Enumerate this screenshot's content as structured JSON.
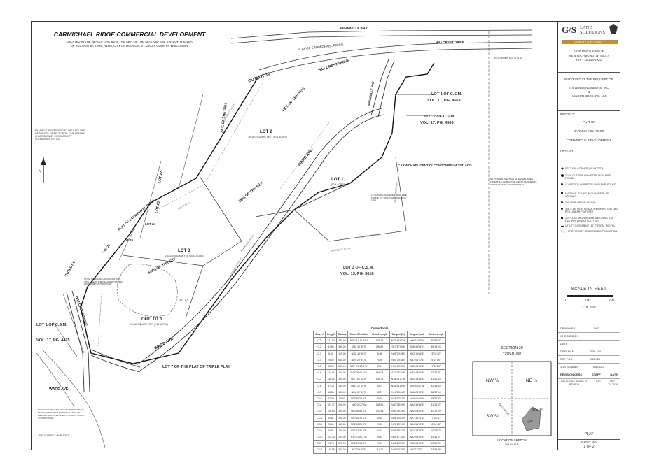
{
  "header": {
    "title": "CARMICHAEL RIDGE COMMERCIAL DEVELOPMENT",
    "subtitle_1": "LOCATED IN THE NE¼ OF THE SE¼, THE SE¼ OF THE SE¼ AND THE SW¼ OF THE SE¼",
    "subtitle_2": "OF SECTION 30, T29N, R19W, CITY OF HUDSON, ST. CROIX COUNTY, WISCONSIN."
  },
  "bearing_note": "BEARINGS REFERENCED TO THE EAST LINE OF THE SE¼ OF SECTION 30... THE BEARING IS BASED ON ST. CROIX COUNTY COORDINATE SYSTEM",
  "map_labels": {
    "annabelle_way": "ANNABELLE WAY",
    "hillcrest_drive_top": "HILLCREST DRIVE",
    "hillcrest_drive_road": "HILLCREST DRIVE",
    "plat_carmichael_ridge_top": "PLAT OF CARMICHAEL RIDGE",
    "outlot_10": "OUTLOT 10",
    "lot_2": "LOT 2",
    "lot_2_area": "393,877 SQUARE FEET (9.04 ACRES)",
    "lot_1": "LOT 1",
    "lot_1_area": "(10.X ACRES)",
    "lot_3": "LOT 3",
    "lot_3_area": "232,183 SQUARE FEET (5.33 ACRES)",
    "outlot_1": "OUTLOT 1",
    "outlot_1_area": "95,061 SQUARE FEET (2.18 ACRES)",
    "outlot_9": "OUTLOT 9",
    "ward_ave_upper": "WARD AVE.",
    "ward_ave_lower": "WARD AVE.",
    "ward_ave_left": "WARD AVE.",
    "annabelle_way_road": "ANNABELLE WAY",
    "carmichael_centre": "CARMICHAEL CENTRE CONDOMINIUM 1ST. ADD.",
    "lot1_csm_17_top": "LOT 1 OF C.S.M.",
    "lot1_csm_17_vol": "VOL. 17, PG. 4563",
    "lot2_csm_17": "LOT 2 OF C.S.M.",
    "lot2_csm_17_vol": "VOL. 17, PG. 4563",
    "lot3_csm_13": "LOT 3 OF C.S.M.",
    "lot3_csm_13_vol": "VOL. 13, PG. 3618",
    "lot1_csm_17_left": "LOT 1 OF C.S.M.",
    "lot1_csm_17_left_vol": "VOL. 17, PG. 4475",
    "lot7_triple_play": "LOT 7 OF THE PLAT OF TRIPLE PLAY",
    "hillcrest_drive_left": "HILLCREST DRIVE",
    "lot_22": "LOT 22",
    "lot_23": "LOT 23",
    "lot_24": "LOT 24",
    "lot_25": "LOT 25",
    "lot_26": "LOT 26",
    "lot_27": "LOT 27",
    "plat_carmichael_ridge_left": "PLAT OF CARMICHAEL RIDGE",
    "se_of_se": "SE¼ OF THE SE¼",
    "ne_of_se": "NE¼ OF THE SE¼",
    "sw_of_se": "SW¼ OF THE SE¼",
    "se_of_se_2": "SE¼ OF THE SE¼",
    "pond_note": "NOTE: INDICATES 888.0 CONTOUR. THIS LINE IS THE DESIGNED STORM WATER RETENTION POND.",
    "field_work": "FIELD WORK COMPLETED",
    "corners_note": "SECTION CORNERS SHOWN HEREON HAVE BEEN FOUND AND VERIFIED BY TIES OF RECORD AND PUBLISHED ST. CROIX COUNTY COORDINATES.",
    "se_corner_note": "SE CORNER, SECTION 30 (ESTABLISHED FROM TIES OF RECORD AND PUBLISHED ST. CROIX COUNTY COORDINATES)",
    "ec_corner_note": "EC CORNER, SECTION 30",
    "iron_pipe_note": "1\" OUTSIDE DIAMETER IRON PIPE FOUND 0.6' NORTHWESTERLY OF LINE"
  },
  "curve_table": {
    "title": "Curve Table",
    "headers": [
      "Curve #",
      "Length",
      "Radius",
      "Chord Direction",
      "Chord Length",
      "Tangent (in)",
      "Tangent (out)",
      "Central Angle"
    ],
    "rows": [
      [
        "C-1",
        "177.93",
        "330.00",
        "N09° 31' 11.3\"W",
        "175.80",
        "N82°48'17\"W",
        "N08°15'58\"W",
        "30°53'37\""
      ],
      [
        "C-2",
        "31.86",
        "330.00",
        "S58° 36' 40\"E",
        "296.82",
        "S57°17'09\"E",
        "S48°35'55\"E",
        "35°18'24\""
      ],
      [
        "C-3",
        "6.08",
        "115.00",
        "N03° 49' 56\"E",
        "6.08",
        "N05°20'48\"E",
        "N02°19'06\"E",
        "3°01'42\""
      ],
      [
        "C-4",
        "75.02",
        "665.00",
        "N60° 20' 44\"E",
        "74.98",
        "N63°35'18\"E",
        "N57°06'10\"E",
        "6°27'46\""
      ],
      [
        "C-5",
        "30.19",
        "240.00",
        "S30° 01' 56.8\"W",
        "30.17",
        "N24°03'33\"E",
        "N36°49'58\"E",
        "7°12'26\""
      ],
      [
        "C-6",
        "174.61",
        "160.00",
        "S 06°05'44.6\"W",
        "166.08",
        "S41°36'34\"E",
        "N27°48'02\"E",
        "62°31'21\""
      ],
      [
        "C-7",
        "138.82",
        "190.00",
        "N07° 55' 52\"W",
        "135.76",
        "N18°01'27\"W",
        "N20°18'58\"E",
        "41°51'43\""
      ],
      [
        "C-8",
        "97.15",
        "130.00",
        "N48° 33' 34\"W",
        "95.01",
        "N28°53'54\"W",
        "N69°53'40\"W",
        "42°48'50\""
      ],
      [
        "C-9",
        "86.89",
        "130.00",
        "N36° 32' 19\"E",
        "85.27",
        "N16°16'04\"E",
        "N56°23'53\"E",
        "38°29'04\""
      ],
      [
        "C-10",
        "87.33",
        "85.00",
        "N12°58'28.4\"E",
        "85.76",
        "N46°12'07\"E",
        "N16°42'04\"W",
        "58°55'30\""
      ],
      [
        "C-11",
        "151.17",
        "210.00",
        "N60°06'27\"W",
        "148.51",
        "N40°18'49\"E",
        "N82°35'56\"E",
        "41°25'57\""
      ],
      [
        "C-12",
        "140.64",
        "190.00",
        "N60°58'48.3\"E",
        "137.43",
        "N39°48'34\"E",
        "N82°09'03\"E",
        "42°24'29\""
      ],
      [
        "C-13",
        "33.67",
        "250.00",
        "N30°52'16.6\"E",
        "33.64",
        "N34°13'52\"E",
        "N27°30'41\"E",
        "7°43'11\""
      ],
      [
        "C-14",
        "20.61",
        "135.00",
        "N31°50'28.8\"E",
        "20.61",
        "N29°25'19\"E",
        "N34°15'39\"E",
        "8°44'48\""
      ],
      [
        "C-15",
        "24.61",
        "135.00",
        "N23°19'35.3\"E",
        "24.61",
        "N29°08'47\"E",
        "N17°36'25\"E",
        "10°26'22\""
      ],
      [
        "C-16",
        "103.23",
        "260.00",
        "N32°01'06.3\"W",
        "99.43",
        "N48°17'33\"E",
        "N82°03'39\"E",
        "33°46'07\""
      ],
      [
        "C-17",
        "74.78",
        "270.00",
        "N34°27'34.8\"E",
        "74.54",
        "N42°23'39\"E",
        "N26°31'30\"E",
        "15°52'09\""
      ],
      [
        "C-18",
        "111.88",
        "270.00",
        "N12°03'46\"E",
        "111.18",
        "N24°00'19\"E",
        "N0°07'13\"E",
        "23°44'06\""
      ]
    ]
  },
  "location_sketch": {
    "section": "SECTION 30",
    "township": "T29N,R19W",
    "nw": "NW ¼",
    "ne": "NE ¼",
    "sw": "SW ¼",
    "se": "SE ¼",
    "site": "SITE",
    "section_diag": "SECTION 30",
    "caption": "LOCATION SKETCH",
    "scale": "NO SCALE"
  },
  "title_block": {
    "logo_initials": "G/S",
    "logo_name_1": "LAND",
    "logo_name_2": "SOLUTIONS",
    "logo_tagline": "QUALITY & INTEGRITY",
    "address_1": "1620 158TH AVENUE",
    "address_2": "NEW RICHMOND, WI 54017",
    "phone": "PH: 715-246-2920",
    "request_1": "SURVEYED AT THE REQUEST OF:",
    "request_2": "STEVENS ENGINEERS, INC.",
    "request_3": "&",
    "request_4": "HANSON BROS. RE, LLC",
    "project_label": "PROJECT:",
    "project_1": "PLAT OF",
    "project_2": "CARMICHAEL RIDGE",
    "project_3": "COMMERCIAL DEVELOPMENT",
    "legend_label": "LEGEND:",
    "legend": [
      "SECTION CORNER (AS NOTED)",
      "1 1/4\" OUTSIDE DIAMETER IRON PIPE FOUND",
      "1\" OUTSIDE DIAMETER IRON PIPE FOUND",
      "MAG NAIL FOUND IN CONCRETE OR ASPHALT",
      "3/4\" IRON REBAR FOUND",
      "3/4\" X 18\" IRON REBAR WEIGHING 1.50 LBS. PER LINEAR FOOT SET",
      "1.27\" X 18\" IRON REBAR WEIGHING 4.30 LBS. PER LINEAR FOOT SET",
      "UTILITY EASEMENT (10' TYPICAL WIDTH)",
      "PREVIOUSLY RECORDED INFORMATION"
    ],
    "legend_paren": "( # )",
    "scale_title": "SCALE IN FEET",
    "scale_0": "0",
    "scale_100": "100'",
    "scale_200": "200'",
    "scale_ratio": "1\" = 100'",
    "drawn_by_label": "DRAWN BY",
    "drawn_by": "JMG",
    "checked_by_label": "CHECKED BY",
    "date_label": "DATE",
    "dwg_file_label": "DWG FILE",
    "dwg_file": "S30-420",
    "ref_file_label": "REF FILE",
    "ref_file": "S30-420",
    "job_number_label": "JOB NUMBER",
    "job_number": "S30-420",
    "revision_desc_label": "REVISION DESC",
    "staff_label": "STAFF",
    "date_col_label": "DATE",
    "revision_1": "REVISIONS PER PLAT REVIEW",
    "revision_1_staff": "JMG",
    "revision_1_date": "DEC. 21, 2018",
    "sheet_type": "PLAT",
    "sheet_no_label": "SHEET NO.",
    "sheet_no": "1 OF 2"
  },
  "colors": {
    "line": "#222222",
    "light_line": "#777777",
    "logo_gold": "#c28f2c",
    "logo_dark": "#333333"
  }
}
